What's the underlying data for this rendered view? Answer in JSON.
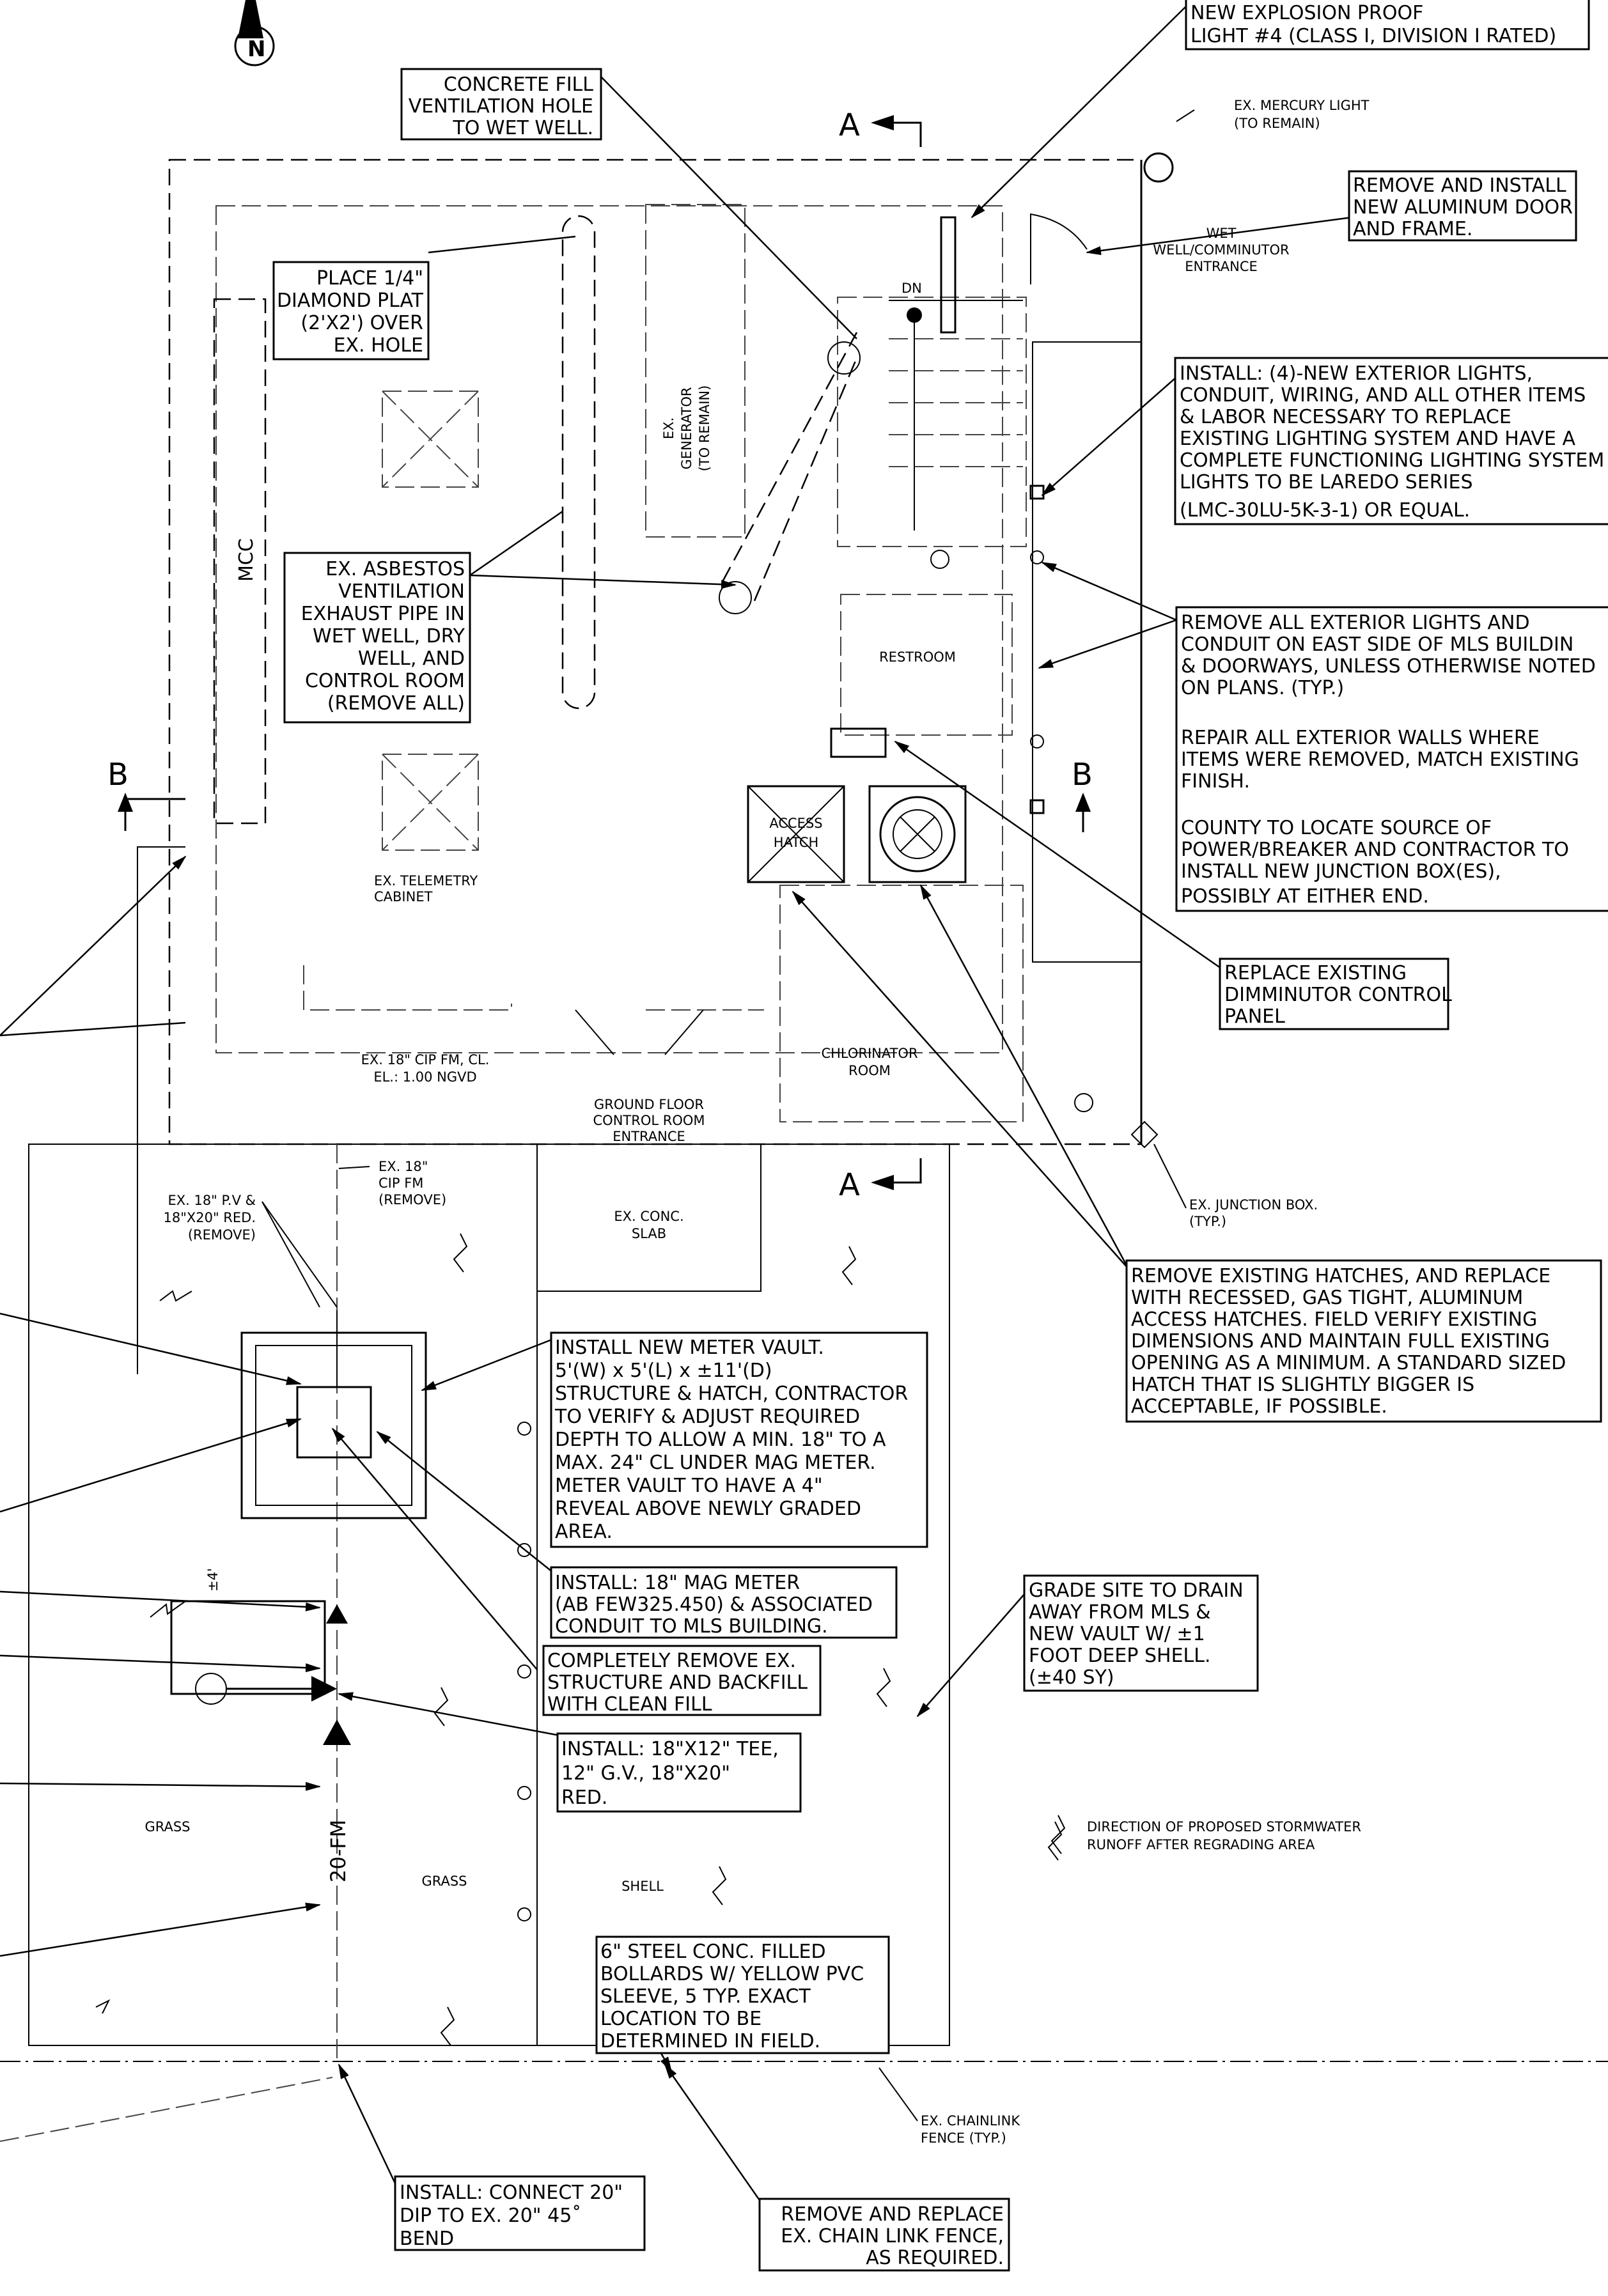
{
  "notes": {
    "explosion_proof": [
      "NEW EXPLOSION PROOF",
      "LIGHT #4 (CLASS I, DIVISION I RATED)"
    ],
    "concrete_fill": [
      "CONCRETE FILL",
      "VENTILATION HOLE",
      "TO WET WELL."
    ],
    "diamond_plate": [
      "PLACE 1/4\"",
      "DIAMOND PLAT",
      "(2'X2') OVER",
      "EX. HOLE"
    ],
    "asbestos": [
      "EX. ASBESTOS",
      "VENTILATION",
      "EXHAUST PIPE IN",
      "WET WELL, DRY",
      "WELL, AND",
      "CONTROL ROOM",
      "(REMOVE ALL)"
    ],
    "aluminum_door": [
      "REMOVE AND INSTALL",
      "NEW ALUMINUM DOOR",
      "AND FRAME."
    ],
    "exterior_lights": [
      "INSTALL: (4)-NEW EXTERIOR LIGHTS,",
      "CONDUIT, WIRING, AND ALL OTHER ITEMS",
      "& LABOR NECESSARY TO REPLACE",
      "EXISTING LIGHTING SYSTEM AND HAVE A",
      "COMPLETE FUNCTIONING LIGHTING SYSTEM",
      "LIGHTS TO BE LAREDO SERIES",
      "(LMC-30LU-5K-3-1) OR EQUAL."
    ],
    "remove_lights": [
      "REMOVE ALL EXTERIOR LIGHTS AND",
      "CONDUIT ON EAST SIDE OF MLS BUILDIN",
      "& DOORWAYS, UNLESS OTHERWISE NOTED",
      "ON PLANS. (TYP.)",
      "",
      "REPAIR ALL EXTERIOR WALLS WHERE",
      "ITEMS WERE REMOVED, MATCH EXISTING",
      "FINISH.",
      "",
      "COUNTY TO LOCATE SOURCE OF",
      "POWER/BREAKER AND CONTRACTOR TO",
      "INSTALL NEW JUNCTION BOX(ES),",
      "POSSIBLY AT EITHER END."
    ],
    "comminutor": [
      "REPLACE EXISTING",
      "DIMMINUTOR CONTROL",
      "PANEL"
    ],
    "hatches": [
      "REMOVE EXISTING HATCHES, AND REPLACE",
      "WITH RECESSED, GAS TIGHT, ALUMINUM",
      "ACCESS HATCHES.  FIELD VERIFY EXISTING",
      "DIMENSIONS AND MAINTAIN FULL EXISTING",
      "OPENING AS A MINIMUM. A STANDARD SIZED",
      "HATCH THAT IS SLIGHTLY BIGGER IS",
      "ACCEPTABLE, IF POSSIBLE."
    ],
    "meter_vault": [
      "INSTALL NEW METER VAULT.",
      "5'(W) x 5'(L) x ±11'(D)",
      "STRUCTURE & HATCH, CONTRACTOR",
      "TO VERIFY & ADJUST REQUIRED",
      "DEPTH TO ALLOW A MIN. 18\" TO A",
      "MAX. 24\" CL UNDER MAG METER.",
      "METER VAULT TO HAVE A 4\"",
      "REVEAL ABOVE NEWLY GRADED",
      "AREA."
    ],
    "mag_meter": [
      "INSTALL: 18\" MAG METER",
      "(AB FEW325.450) & ASSOCIATED",
      "CONDUIT TO MLS BUILDING."
    ],
    "remove_structure": [
      "COMPLETELY REMOVE EX.",
      "STRUCTURE AND BACKFILL",
      "WITH CLEAN FILL"
    ],
    "tee": [
      "INSTALL: 18\"X12\" TEE,",
      "12\" G.V., 18\"X20\"",
      "RED."
    ],
    "grade_site": [
      "GRADE SITE TO DRAIN",
      "AWAY FROM MLS &",
      "NEW VAULT W/ ±1",
      "FOOT DEEP SHELL.",
      "(±40 SY)"
    ],
    "bollards": [
      "6\" STEEL CONC. FILLED",
      "BOLLARDS W/ YELLOW PVC",
      "SLEEVE, 5 TYP.  EXACT",
      "LOCATION TO BE",
      "DETERMINED IN FIELD."
    ],
    "connect_dip": [
      "INSTALL: CONNECT 20\"",
      "DIP TO EX. 20\" 45˚",
      "BEND"
    ],
    "chain_link": [
      "REMOVE AND REPLACE",
      "EX. CHAIN LINK FENCE,",
      "AS REQUIRED."
    ]
  },
  "labels": {
    "section_a": "A",
    "section_b": "B",
    "mercury_light": [
      "EX. MERCURY LIGHT",
      "(TO REMAIN)"
    ],
    "wet_well": [
      "WET",
      "WELL/COMMINUTOR",
      "ENTRANCE"
    ],
    "generator": [
      "EX.",
      "GENERATOR",
      "(TO REMAIN)"
    ],
    "dn": "DN",
    "mcc": "MCC",
    "restroom": "RESTROOM",
    "access_hatch": [
      "ACCESS",
      "HATCH"
    ],
    "telemetry": [
      "EX. TELEMETRY",
      "CABINET"
    ],
    "cip_fm": [
      "EX. 18\" CIP FM, CL.",
      "EL.: 1.00 NGVD"
    ],
    "chlorinator": [
      "CHLORINATOR",
      "ROOM"
    ],
    "ground_floor": [
      "GROUND FLOOR",
      "CONTROL ROOM",
      "ENTRANCE"
    ],
    "junction_box": [
      "EX. JUNCTION BOX.",
      "(TYP.)"
    ],
    "cip_remove": [
      "EX. 18\"",
      "CIP FM",
      "(REMOVE)"
    ],
    "pv_red": [
      "EX. 18\" P.V &",
      "18\"X20\" RED.",
      "(REMOVE)"
    ],
    "conc_slab": [
      "EX. CONC.",
      "SLAB"
    ],
    "dim_4": "±4'",
    "fm_20": "20-FM",
    "grass_left": "GRASS",
    "grass_mid": "GRASS",
    "shell": "SHELL",
    "legend_runoff": [
      "DIRECTION OF PROPOSED STORMWATER",
      "RUNOFF AFTER REGRADING AREA"
    ],
    "chainlink_fence": [
      "EX. CHAINLINK",
      "FENCE (TYP.)"
    ]
  }
}
